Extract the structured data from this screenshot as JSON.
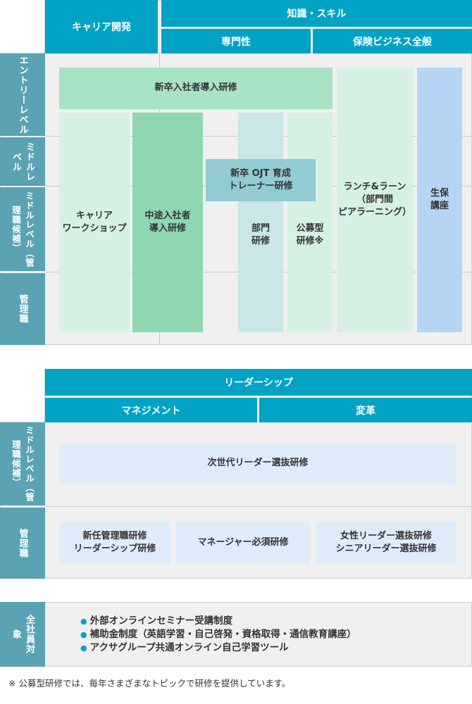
{
  "section1": {
    "headers": {
      "career": "キャリア開発",
      "knowledge": "知識・スキル",
      "specialty": "専門性",
      "insurance": "保険ビジネス全般"
    },
    "rows": {
      "entry": "エントリーレベル",
      "middle": "ミドルレベル",
      "middle_candidate": "ミドルレベル（管理職候補）",
      "manager": "管理職"
    },
    "programs": {
      "new_grad_intro": "新卒入社者導入研修",
      "career_workshop": "キャリア\nワークショップ",
      "mid_career_intro": "中途入社者\n導入研修",
      "ojt_trainer": "新卒 OJT 育成\nトレーナー研修",
      "department": "部門\n研修",
      "public_recruit": "公募型\n研修※",
      "lunch_learn": "ランチ&ラーン\n（部門間\nピアラーニング）",
      "life_insurance": "生保\n講座"
    }
  },
  "section2": {
    "headers": {
      "leadership": "リーダーシップ",
      "management": "マネジメント",
      "change": "変革"
    },
    "rows": {
      "middle_candidate": "ミドルレベル（管理職候補）",
      "manager": "管理職"
    },
    "programs": {
      "next_gen_leader": "次世代リーダー選抜研修",
      "new_manager": "新任管理職研修\nリーダーシップ研修",
      "manager_required": "マネージャー必須研修",
      "women_senior": "女性リーダー選抜研修\nシニアリーダー選抜研修"
    }
  },
  "section3": {
    "row_label": "全社員対象",
    "items": [
      "外部オンラインセミナー受講制度",
      "補助金制度（英語学習・自己啓発・資格取得・通信教育講座）",
      "アクサグループ共通オンライン自己学習ツール"
    ]
  },
  "footnote": "※ 公募型研修では、毎年さまざまなトピックで研修を提供しています。",
  "colors": {
    "header": "#00a3c4",
    "row_label": "#5aa3b4",
    "light_green": "#a8e3c3",
    "pale_green": "#d6f1e3",
    "mid_green": "#8ed7b1",
    "light_teal": "#cbe6e7",
    "ojt_teal": "#92cbd1",
    "blue": "#b6d5f4",
    "pale_blue": "#deecfa",
    "panel": "#f0f0f0"
  }
}
